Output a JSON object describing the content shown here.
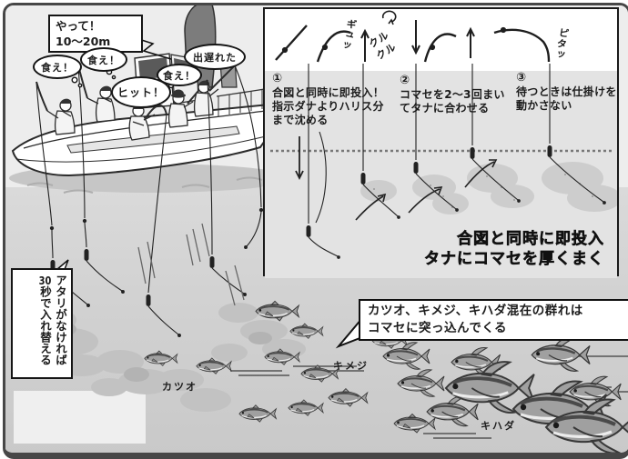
{
  "captain_box": {
    "line1": "やって！",
    "line2": "10〜20m"
  },
  "speech": {
    "kue_left": "食え！",
    "kue_mid": "食え！",
    "kue_right": "食え！",
    "hit": "ヒット！",
    "late": "出遅れた"
  },
  "left_note": {
    "part1": "アタリがなけれ",
    "part2": "ば",
    "num": "30",
    "part3": "秒で入れ替える"
  },
  "panel": {
    "sfx_gyu": "ギュッ",
    "sfx_kuru1": "クル",
    "sfx_kuru2": "クル",
    "sfx_pita": "ピタッ",
    "steps": [
      {
        "no": "①",
        "line1": "合図と同時に即投入！",
        "line2": "指示ダナよりハリス分",
        "line3": "まで沈める"
      },
      {
        "no": "②",
        "line1": "コマセを2〜3回まい",
        "line2": "てタナに合わせる",
        "line3": ""
      },
      {
        "no": "③",
        "line1": "待つときは仕掛けを",
        "line2": "動かさない",
        "line3": ""
      }
    ],
    "slogan_line1": "合図と同時に即投入",
    "slogan_line2": "タナにコマセを厚くまく"
  },
  "school_callout": {
    "line1": "カツオ、キメジ、キハダ混在の群れは",
    "line2": "コマセに突っ込んでくる"
  },
  "fish_labels": {
    "katsuo": "カツオ",
    "kimeji": "キメジ",
    "kihada": "キハダ"
  },
  "colors": {
    "sky": "#ededed",
    "water": "#d2d2d2",
    "panel_band": "#e3e3e3",
    "chum": "#c2c2c2",
    "fish_body": "#a0a0a0",
    "ink": "#1c1c1c",
    "tower": "#7c7c7c"
  }
}
